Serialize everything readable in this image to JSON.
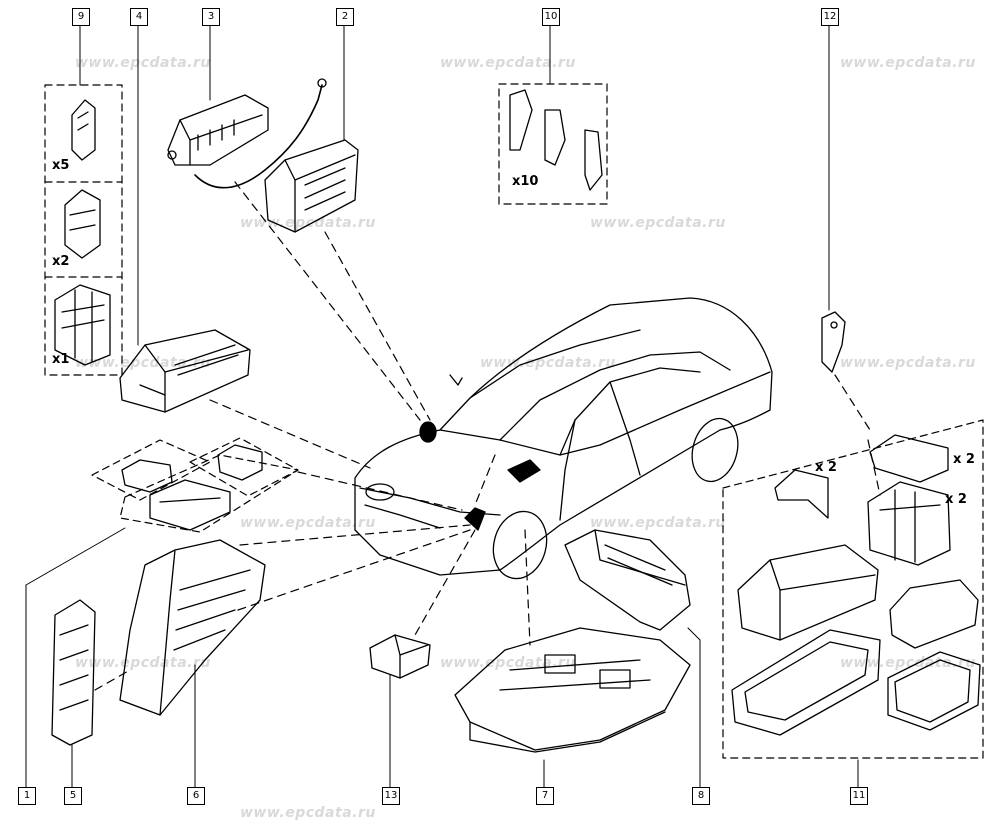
{
  "watermark": "www.epcdata.ru",
  "callouts": {
    "c1": "1",
    "c2": "2",
    "c3": "3",
    "c4": "4",
    "c5": "5",
    "c6": "6",
    "c7": "7",
    "c8": "8",
    "c9": "9",
    "c10": "10",
    "c11": "11",
    "c12": "12",
    "c13": "13"
  },
  "quantities": {
    "q_x5": "x5",
    "q_x2_a": "x2",
    "q_x1": "x1",
    "q_x10": "x10",
    "q_x2_b": "x 2",
    "q_x2_c": "x 2",
    "q_x2_d": "x 2"
  },
  "colors": {
    "line": "#000000",
    "watermark": "#d9d9d9",
    "background": "#ffffff"
  }
}
